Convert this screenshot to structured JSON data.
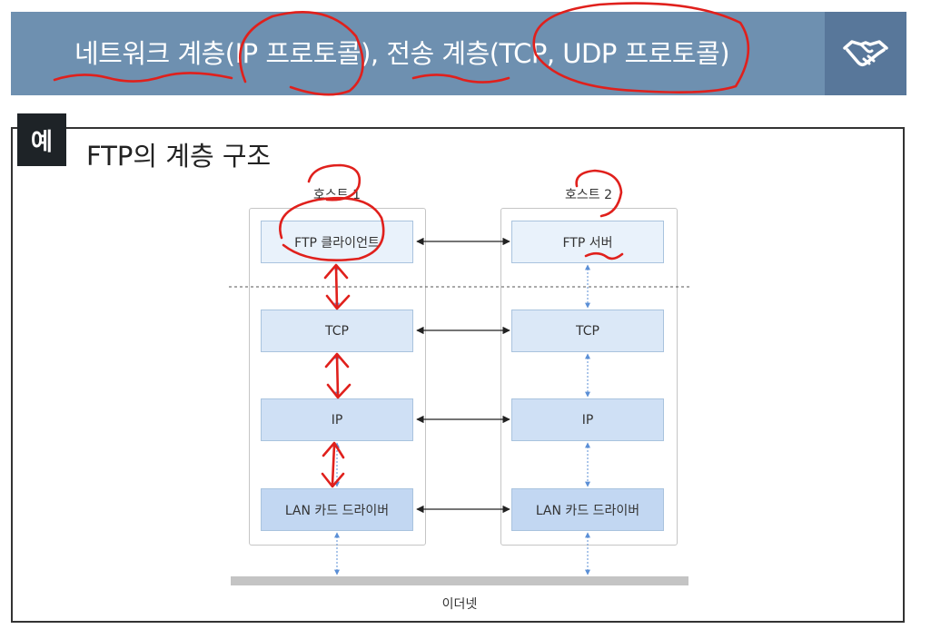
{
  "header": {
    "title": "네트워크 계층(IP 프로토콜), 전송 계층(TCP, UDP 프로토콜)",
    "icon": "handshake-icon"
  },
  "example": {
    "badge": "예",
    "title": "FTP의 계층 구조"
  },
  "hosts": [
    {
      "label": "호스트 1",
      "layers": [
        "FTP 클라이언트",
        "TCP",
        "IP",
        "LAN 카드 드라이버"
      ]
    },
    {
      "label": "호스트 2",
      "layers": [
        "FTP 서버",
        "TCP",
        "IP",
        "LAN 카드 드라이버"
      ]
    }
  ],
  "ethernet": {
    "label": "이더넷"
  },
  "colors": {
    "header_bg": "#6e90b0",
    "header_icon_bg": "#58779a",
    "badge_bg": "#1e2327",
    "annotation": "#e0201c",
    "arrow": "#5b8fd6"
  }
}
